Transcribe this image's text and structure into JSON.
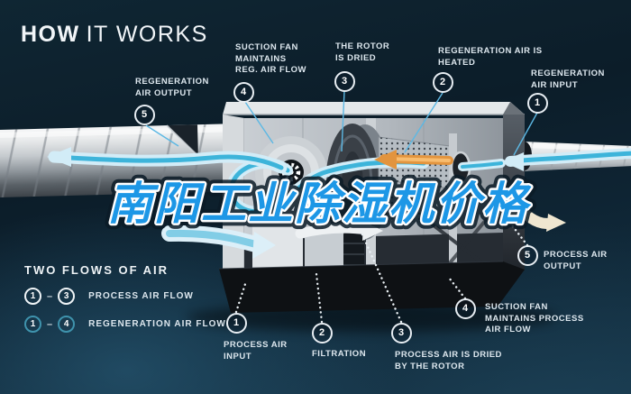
{
  "title": {
    "emphasis": "HOW",
    "rest": "IT WORKS"
  },
  "watermark": {
    "text": "南阳工业除湿机价格"
  },
  "callouts": {
    "top": [
      {
        "num": "5",
        "label": "REGENERATION AIR OUTPUT"
      },
      {
        "num": "4",
        "label": "SUCTION FAN MAINTAINS REG. AIR FLOW"
      },
      {
        "num": "3",
        "label": "THE ROTOR IS DRIED"
      },
      {
        "num": "2",
        "label": "REGENERATION AIR IS HEATED"
      },
      {
        "num": "1",
        "label": "REGENERATION AIR INPUT"
      }
    ],
    "bottom": [
      {
        "num": "1",
        "label": "PROCESS AIR INPUT"
      },
      {
        "num": "2",
        "label": "FILTRATION"
      },
      {
        "num": "3",
        "label": "PROCESS AIR IS DRIED BY THE ROTOR"
      },
      {
        "num": "4",
        "label": "SUCTION FAN MAINTAINS PROCESS AIR FLOW"
      },
      {
        "num": "5",
        "label": "PROCESS AIR OUTPUT"
      }
    ]
  },
  "legend": {
    "title": "TWO FLOWS OF AIR",
    "rows": [
      {
        "from": "1",
        "to": "3",
        "label": "PROCESS AIR FLOW"
      },
      {
        "from": "1",
        "to": "4",
        "label": "REGENERATION AIR FLOW"
      }
    ]
  },
  "colors": {
    "background_top": "#0c1d29",
    "background_bottom": "#173548",
    "callout_line_blue": "#5cb8e4",
    "dotted_line_white": "#e9eff3",
    "process_flow_circle": "#eef3f6",
    "regeneration_flow_circle": "#3f93ad",
    "heated_air_orange": "#e2943e",
    "cool_air_blue": "#3db4da",
    "cool_air_light": "#d2ecf7",
    "process_output_cream": "#efe6d0",
    "watermark_blue": "#1d97e6",
    "watermark_outline": "#ffffff"
  }
}
